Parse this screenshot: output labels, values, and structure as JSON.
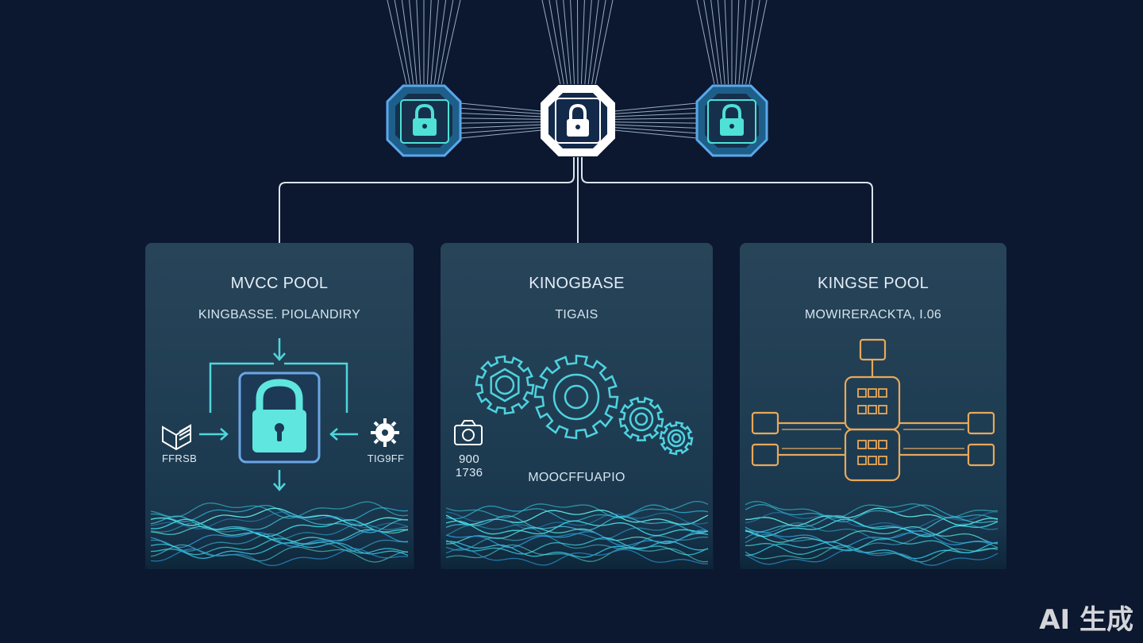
{
  "panels": [
    {
      "title": "MVCC POOL",
      "subtitle": "KINGBASSE. PIOLANDIRY",
      "left_label": "FFRSB",
      "right_label": "TIG9FF"
    },
    {
      "title": "KINOGBASE",
      "subtitle": "TIGAIS",
      "readout_line1": "900",
      "readout_line2": "1736",
      "bottom_label": "MOOCFFUAPIO"
    },
    {
      "title": "KINGSE POOL",
      "subtitle": "MOWIRERACKTA, I.06"
    }
  ],
  "watermark": "AI 生成",
  "colors": {
    "background": "#0c1730",
    "panel": "#1f3a50",
    "cyan": "#4fe0d6",
    "blue": "#3f8fd8",
    "orange": "#e9a85a",
    "text": "#e3eef6"
  }
}
